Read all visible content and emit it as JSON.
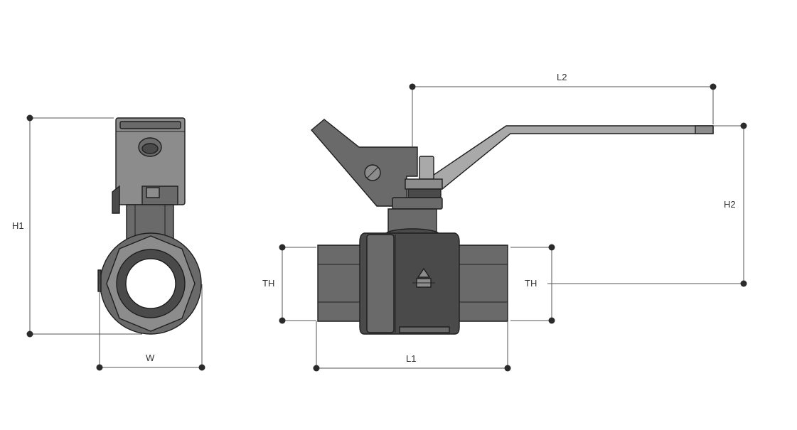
{
  "labels": {
    "h1": "H1",
    "w": "W",
    "l2": "L2",
    "h2": "H2",
    "th_left": "TH",
    "th_right": "TH",
    "l1": "L1"
  },
  "colors": {
    "metal_dark": "#4a4a4a",
    "metal_mid": "#6a6a6a",
    "metal_light": "#8c8c8c",
    "dimension": "#555555",
    "background": "#ffffff"
  }
}
